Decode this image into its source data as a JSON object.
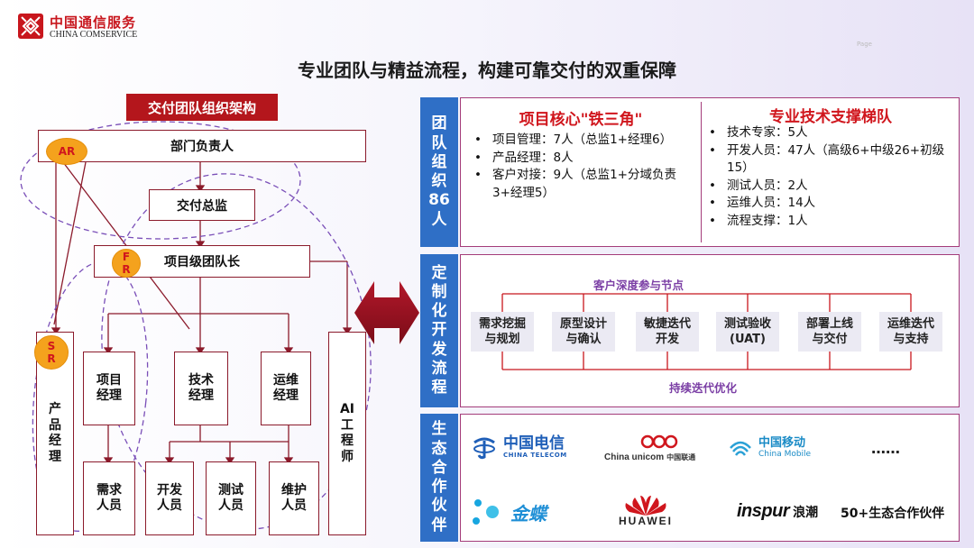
{
  "header": {
    "logo_cn": "中国通信服务",
    "logo_en": "CHINA COMSERVICE",
    "title": "专业团队与精益流程，构建可靠交付的双重保障",
    "page_label": "Page"
  },
  "org": {
    "heading": "交付团队组织架构",
    "dept_head": "部门负责人",
    "delivery_director": "交付总监",
    "project_lead": "项目级团队长",
    "product_manager": [
      "产",
      "品",
      "经",
      "理"
    ],
    "project_manager": [
      "项目",
      "经理"
    ],
    "tech_manager": [
      "技术",
      "经理"
    ],
    "ops_manager": [
      "运维",
      "经理"
    ],
    "ai_engineer": [
      "AI",
      "工",
      "程",
      "师"
    ],
    "requirements": [
      "需求",
      "人员"
    ],
    "developers": [
      "开发",
      "人员"
    ],
    "testers": [
      "测试",
      "人员"
    ],
    "maintainers": [
      "维护",
      "人员"
    ],
    "badges": {
      "ar": "AR",
      "fr": [
        "F",
        "R"
      ],
      "sr": [
        "S",
        "R"
      ]
    }
  },
  "team_panel": {
    "side_label": [
      "团",
      "队",
      "组",
      "织",
      "86",
      "人"
    ],
    "left_title": "项目核心\"铁三角\"",
    "left_items": [
      "项目管理：7人（总监1+经理6）",
      "产品经理：8人",
      "客户对接：9人（总监1+分域负责3+经理5）"
    ],
    "right_title": "专业技术支撑梯队",
    "right_items": [
      "技术专家：5人",
      "开发人员：47人（高级6+中级26+初级15）",
      "测试人员：2人",
      "运维人员：14人",
      "流程支撑：1人"
    ]
  },
  "process_panel": {
    "side_label": [
      "定",
      "制",
      "化",
      "开",
      "发",
      "流",
      "程"
    ],
    "top_label": "客户深度参与节点",
    "bottom_label": "持续迭代优化",
    "steps": [
      [
        "需求挖掘",
        "与规划"
      ],
      [
        "原型设计",
        "与确认"
      ],
      [
        "敏捷迭代",
        "开发"
      ],
      [
        "测试验收",
        "(UAT)"
      ],
      [
        "部署上线",
        "与交付"
      ],
      [
        "运维迭代",
        "与支持"
      ]
    ]
  },
  "eco_panel": {
    "side_label": [
      "生",
      "态",
      "合",
      "作",
      "伙",
      "伴"
    ],
    "telecom_cn": "中国电信",
    "telecom_en": "CHINA TELECOM",
    "unicom_en": "China unicom",
    "unicom_cn": "中国联通",
    "mobile_cn": "中国移动",
    "mobile_en": "China Mobile",
    "ellipsis": "……",
    "kingdee": "金蝶",
    "huawei": "HUAWEI",
    "inspur_en": "inspur",
    "inspur_cn": "浪潮",
    "partners_count": "50+生态合作伙伴"
  },
  "colors": {
    "brand_red": "#c8161d",
    "blue_label": "#2f6fc6",
    "panel_border": "#a43c7a",
    "badge_orange": "#f4a21d"
  }
}
